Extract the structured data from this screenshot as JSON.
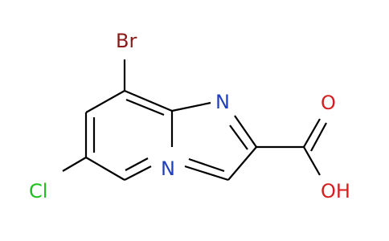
{
  "molecule": {
    "atoms": {
      "br": {
        "label": "Br",
        "color": "#8b1a1a"
      },
      "cl": {
        "label": "Cl",
        "color": "#1fbf1f"
      },
      "n_imine": {
        "label": "N",
        "color": "#1f3fbf"
      },
      "n_bridge": {
        "label": "N",
        "color": "#1f3fbf"
      },
      "o_carbonyl": {
        "label": "O",
        "color": "#d61e1e"
      },
      "o_hydroxyl": {
        "label": "OH",
        "color": "#d61e1e"
      }
    },
    "bond_color": "#000000"
  }
}
